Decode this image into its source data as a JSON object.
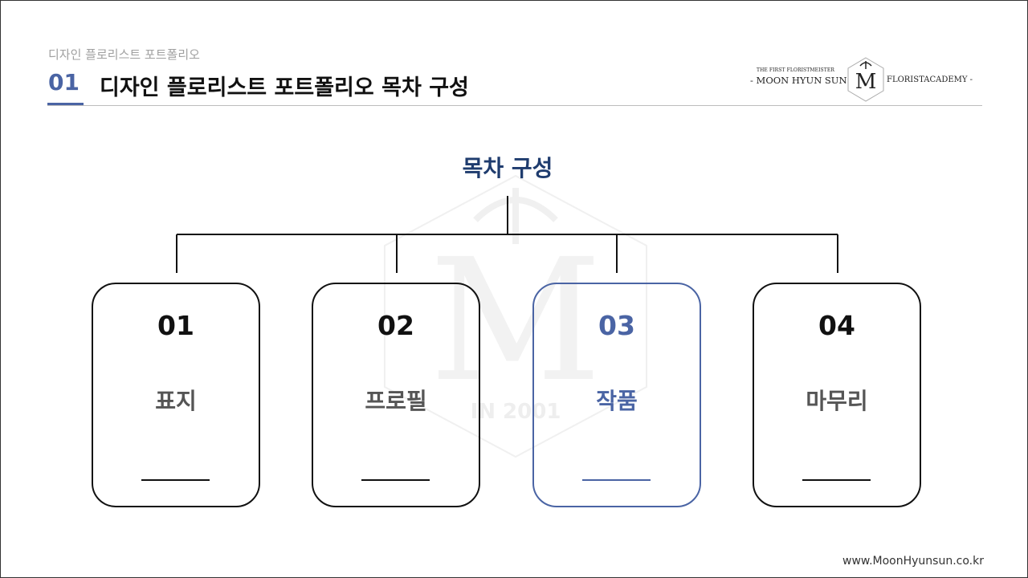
{
  "header": {
    "subtitle": "디자인 플로리스트 포트폴리오",
    "section_number": "01",
    "title": "디자인 플로리스트 포트폴리오 목차 구성"
  },
  "logo": {
    "tagline": "THE FIRST FLORISTMEISTER",
    "left_text": "- MOON HYUN SUN",
    "right_text": "FLORISTACADEMY -",
    "watermark_text": "IN 2001"
  },
  "toc": {
    "title": "목차 구성",
    "items": [
      {
        "number": "01",
        "label": "표지"
      },
      {
        "number": "02",
        "label": "프로필"
      },
      {
        "number": "03",
        "label": "작품"
      },
      {
        "number": "04",
        "label": "마무리"
      }
    ]
  },
  "footer": {
    "url": "www.MoonHyunsun.co.kr"
  },
  "colors": {
    "accent": "#4a64a4",
    "title_navy": "#1f3c6e",
    "text": "#111111",
    "label_gray": "#555555"
  }
}
